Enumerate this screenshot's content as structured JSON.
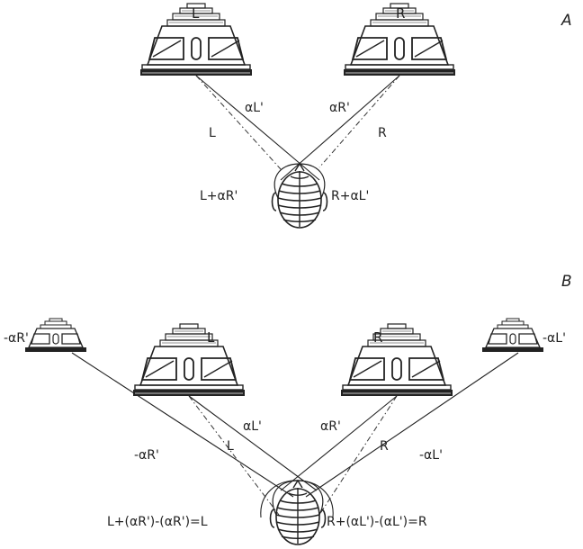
{
  "panel_a": {
    "label": "A",
    "speaker_left_label": "L",
    "speaker_right_label": "R",
    "path_alpha_l": "αL'",
    "path_alpha_r": "αR'",
    "path_l": "L",
    "path_r": "R",
    "ear_left": "L+αR'",
    "ear_right": "R+αL'"
  },
  "panel_b": {
    "label": "B",
    "speaker_left_label": "L",
    "speaker_right_label": "R",
    "outer_left_label": "-αR'",
    "outer_right_label": "-αL'",
    "path_alpha_l": "αL'",
    "path_alpha_r": "αR'",
    "path_l": "L",
    "path_r": "R",
    "path_neg_left": "-αR'",
    "path_neg_right": "-αL'",
    "ear_left": "L+(αR')-(αR')=L",
    "ear_right": "R+(αL')-(αL')=R"
  },
  "colors": {
    "ink": "#222222",
    "background": "#ffffff"
  }
}
